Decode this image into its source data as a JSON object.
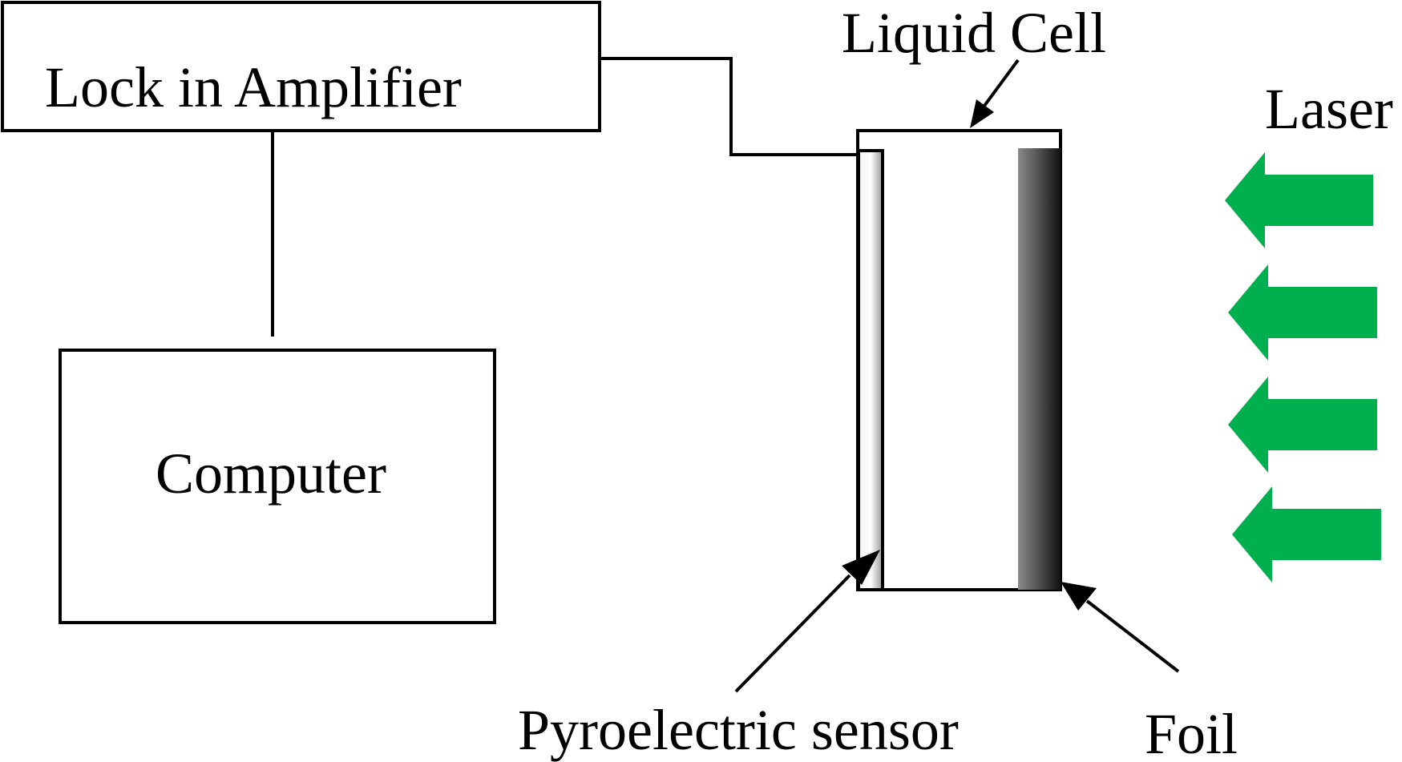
{
  "labels": {
    "lock_in_amplifier": "Lock in Amplifier",
    "computer": "Computer",
    "liquid_cell": "Liquid Cell",
    "laser": "Laser",
    "pyroelectric_sensor": "Pyroelectric sensor",
    "foil": "Foil"
  },
  "colors": {
    "line": "#000000",
    "laser_arrow": "#00B04F",
    "foil_dark": "#1a1a1a",
    "foil_light": "#8a8a8a"
  },
  "icons": {
    "laser_beam": "arrow-left-icon",
    "pointer": "arrow-pointer-icon"
  }
}
